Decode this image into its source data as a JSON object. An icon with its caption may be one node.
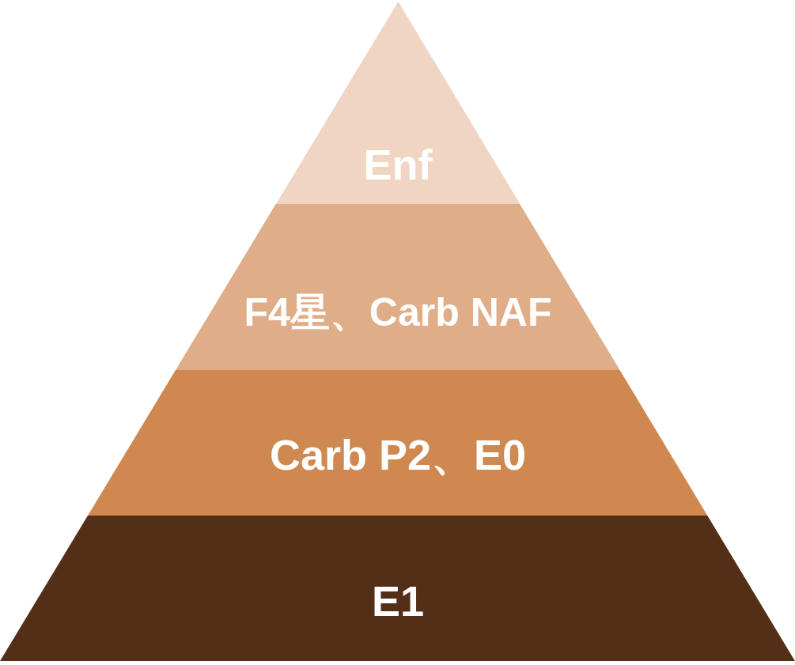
{
  "diagram": {
    "nodes": [
      {
        "text": [
          "Enf"
        ]
      },
      {
        "text": [
          "F4星、Carb NAF"
        ]
      },
      {
        "text": [
          "Carb P2、E0"
        ]
      },
      {
        "text": [
          "E1"
        ]
      }
    ]
  }
}
